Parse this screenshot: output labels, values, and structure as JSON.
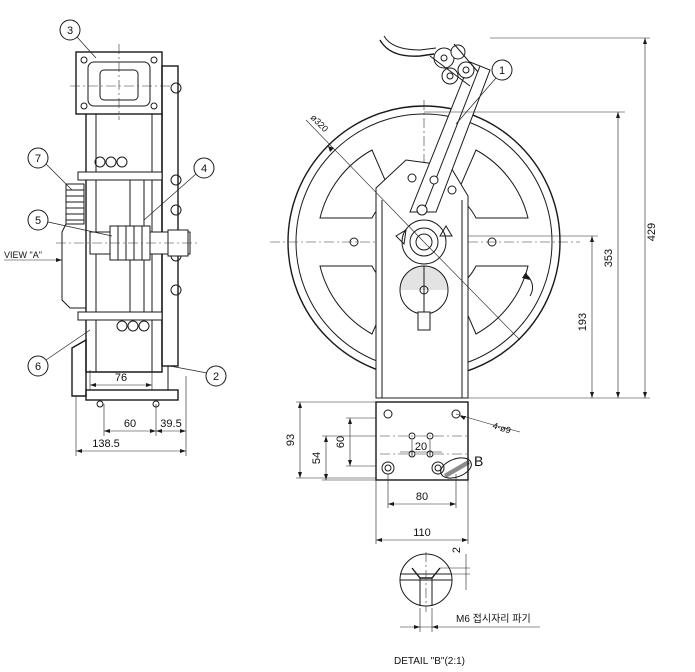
{
  "balloons": [
    "1",
    "2",
    "3",
    "4",
    "5",
    "6",
    "7"
  ],
  "side_view": {
    "view_label": "VIEW \"A\"",
    "dims": {
      "width_76": "76",
      "width_60": "60",
      "width_39_5": "39.5",
      "width_138_5": "138.5"
    }
  },
  "front_view": {
    "dims": {
      "diameter": "ø320",
      "height_429": "429",
      "height_353": "353",
      "height_193": "193",
      "hole_spec": "4-ø9",
      "base_93": "93",
      "base_60": "60",
      "base_54": "54",
      "base_20": "20",
      "base_80": "80",
      "base_110": "110"
    },
    "detail_marker": "B"
  },
  "detail_b": {
    "dim_2": "2",
    "note": "M6 접시자리 파기",
    "title": "DETAIL \"B\"(2:1)"
  }
}
